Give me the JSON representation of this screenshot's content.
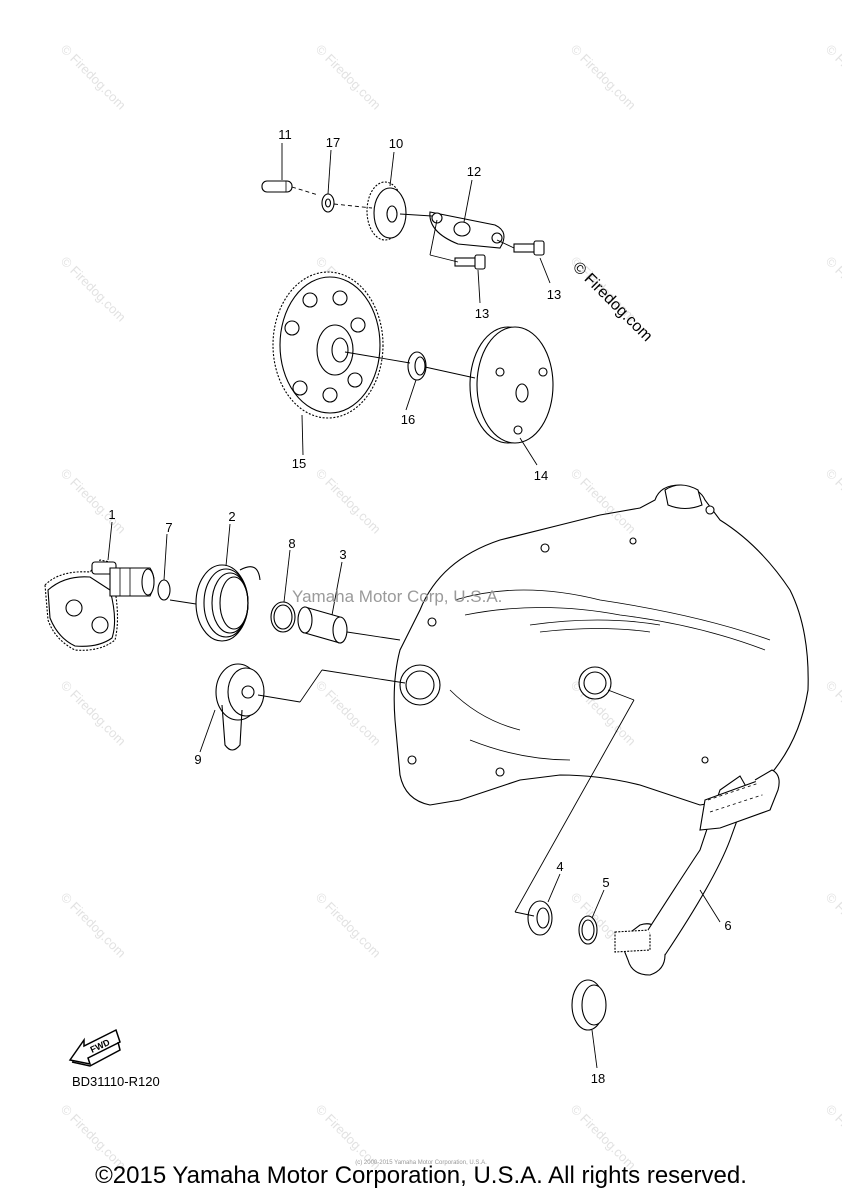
{
  "diagram": {
    "part_labels": [
      "11",
      "17",
      "10",
      "12",
      "13",
      "13",
      "15",
      "16",
      "14",
      "1",
      "7",
      "2",
      "8",
      "3",
      "9",
      "4",
      "5",
      "6",
      "18"
    ],
    "diagram_code": "BD31110-R120",
    "fwd_label": "FWD",
    "center_watermark": "Yamaha Motor Corp, U.S.A.",
    "side_watermark": "© Firedog.com",
    "tile_watermark": "© Firedog.com",
    "tiny_copyright": "(c) 2000-2015 Yamaha Motor Corporation, U.S.A.",
    "copyright": "©2015 Yamaha Motor Corporation, U.S.A. All rights reserved."
  }
}
